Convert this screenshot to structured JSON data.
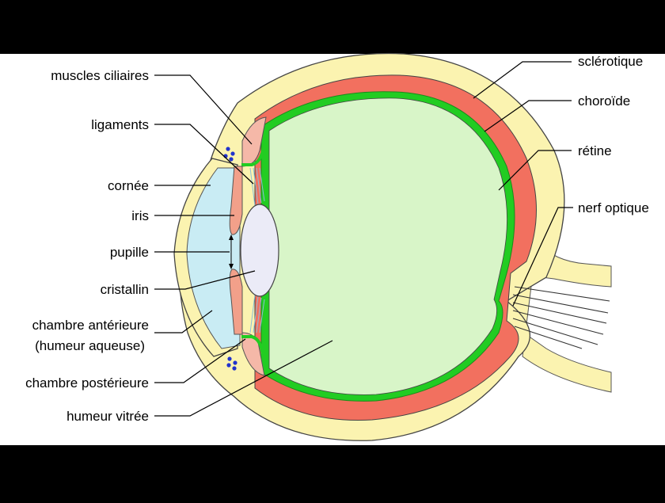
{
  "diagram": {
    "labels_left": {
      "muscles_ciliaires": "muscles ciliaires",
      "ligaments": "ligaments",
      "cornee": "cornée",
      "iris": "iris",
      "pupille": "pupille",
      "cristallin": "cristallin",
      "chambre_anterieure_line1": "chambre antérieure",
      "chambre_anterieure_line2": "(humeur aqueuse)",
      "chambre_posterieure": "chambre postérieure",
      "humeur_vitree": "humeur vitrée"
    },
    "labels_right": {
      "sclerotique": "sclérotique",
      "choroide": "choroïde",
      "retine": "rétine",
      "nerf_optique": "nerf optique"
    },
    "colors": {
      "background": "#ffffff",
      "letterbox": "#000000",
      "sclera": "#fbf3b0",
      "choroid": "#f2705f",
      "retina": "#22cc22",
      "vitreous": "#d8f5c8",
      "aqueous": "#c9ecf4",
      "lens": "#ebebf7",
      "iris": "#f2a08a",
      "ciliary_dots": "#2233cc",
      "ligaments": "#8bbfd6"
    }
  }
}
